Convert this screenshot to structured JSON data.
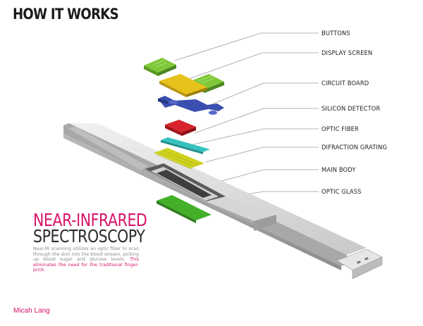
{
  "title": "HOW IT WORKS",
  "labels": {
    "buttons": "BUTTONS",
    "display_screen": "DISPLAY SCREEN",
    "circuit_board": "CIRCUIT BOARD",
    "silicon_detector": "SILICON DETECTOR",
    "optic_fiber": "OPTIC FIBER",
    "difraction_grating": "DIFRACTION GRATING",
    "main_body": "MAIN BODY",
    "optic_glass": "OPTIC GLASS"
  },
  "heading_line1": "NEAR-INFRARED",
  "heading_line2": "SPECTROSCOPY",
  "description": "Near-IR scanning utilizes an optic fiber to scan through the skin into the blood stream, picking up blood sugar and glucose levels.",
  "description_highlight": "This eliminates the need for the traditional finger-prick.",
  "author": "Micah Lang",
  "colors": {
    "accent": "#d8136a",
    "buttons": "#7ec83a",
    "display": "#e7c21a",
    "circuit": "#3a4fb0",
    "detector": "#d8242c",
    "fiber": "#35c2c0",
    "grating": "#cfd21e",
    "glass": "#43b02a"
  }
}
